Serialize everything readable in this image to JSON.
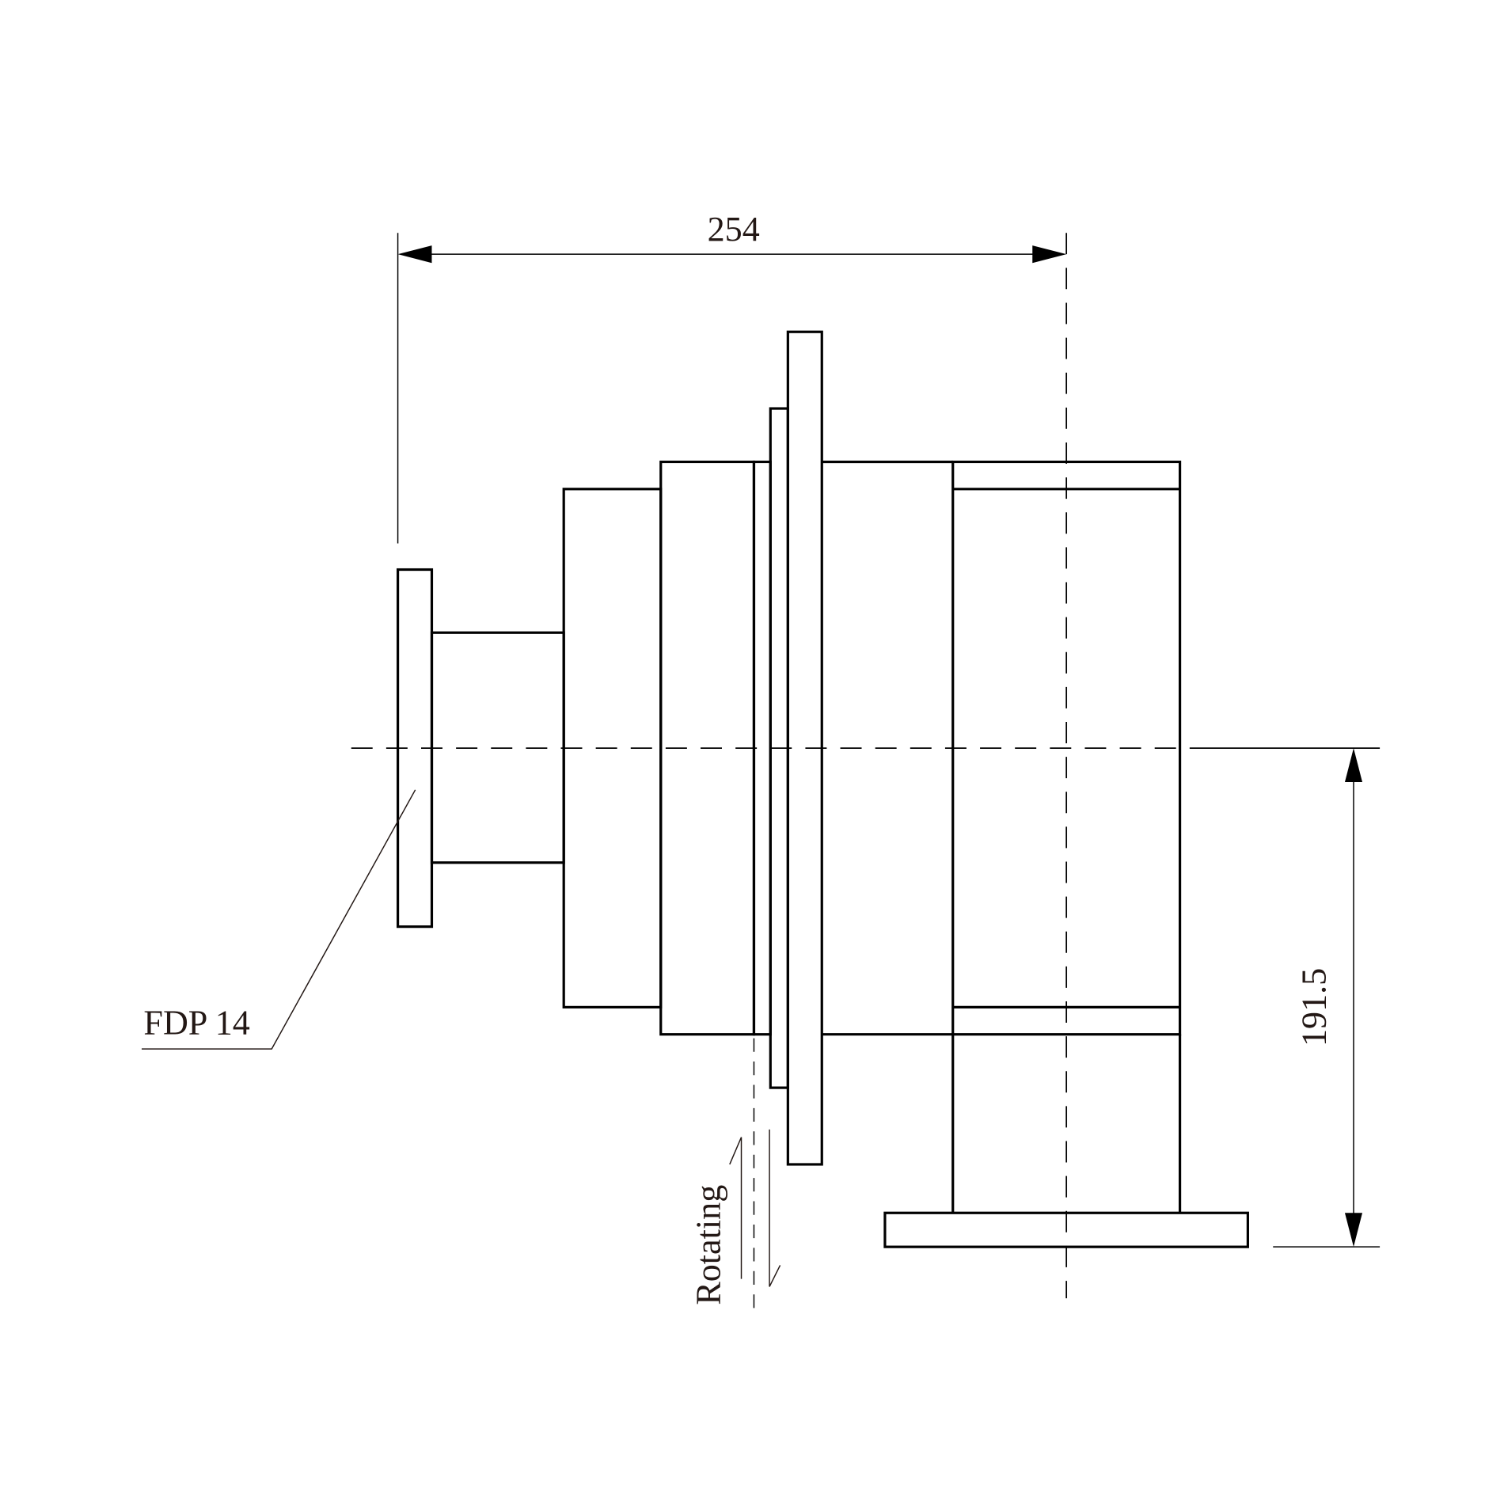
{
  "drawing": {
    "type": "mechanical side-view drawing of gearbox with flange",
    "colors": {
      "line": "#000000",
      "text": "#231815",
      "background": "#ffffff"
    }
  },
  "dimensions": {
    "horizontal": {
      "value": "254"
    },
    "vertical": {
      "value": "191.5"
    }
  },
  "labels": {
    "flange_callout": "FDP 14",
    "rotation_note": "Rotating"
  }
}
